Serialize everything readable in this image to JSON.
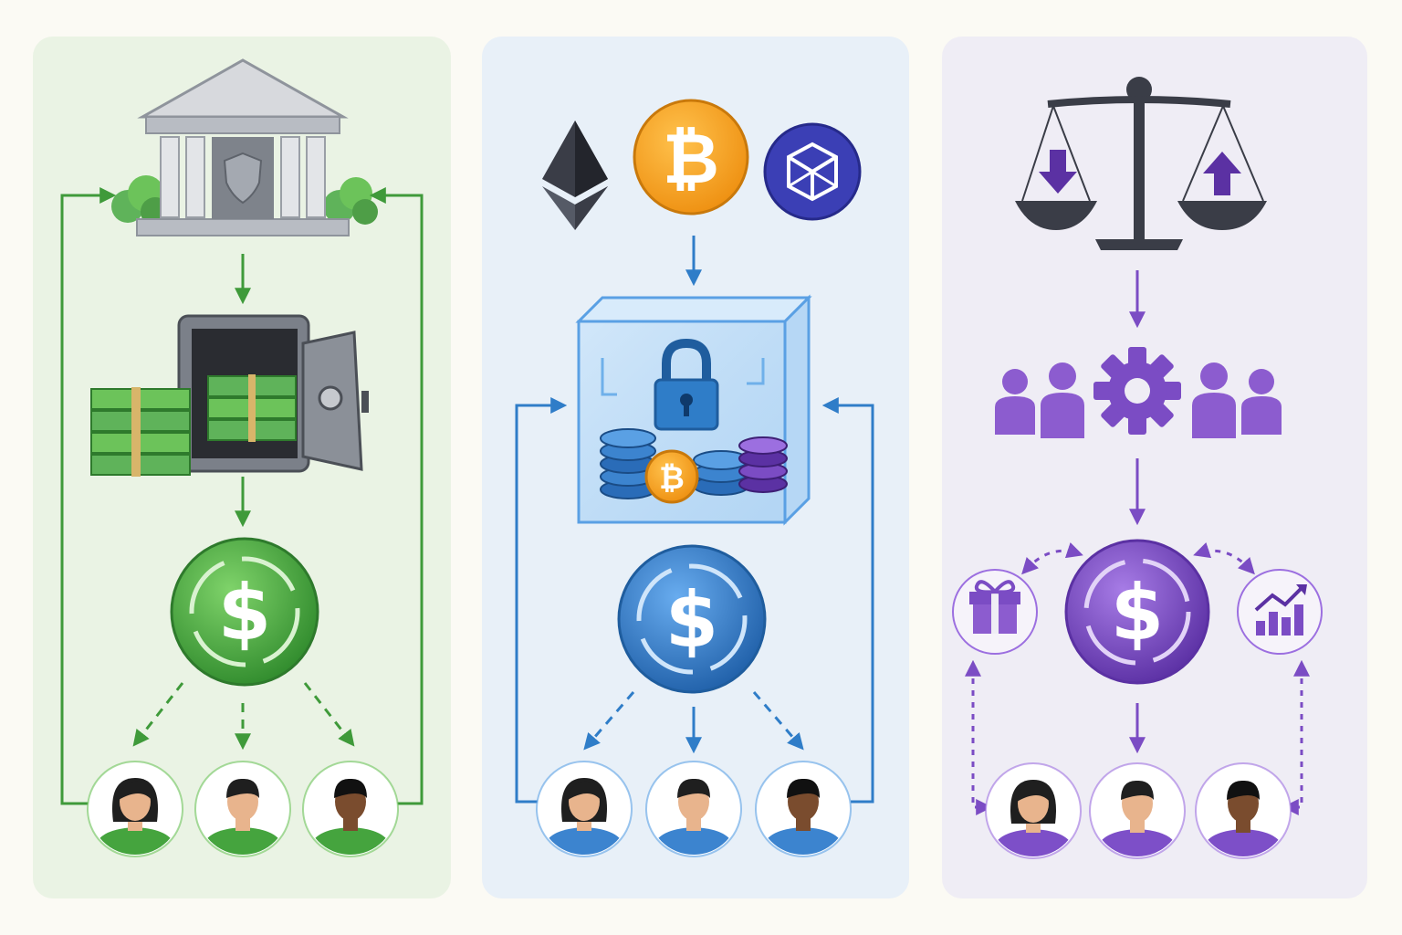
{
  "panels": [
    {
      "id": "fiat",
      "theme": {
        "bg": "#eaf3e4",
        "accent": "#3f9a3a",
        "accent_light": "#6cc35a",
        "accent_dark": "#2e7a2c",
        "shirt": "#45a43e"
      },
      "icons": [
        "bank-building-icon",
        "vault-safe-icon",
        "cash-stack-icon",
        "dollar-coin-icon"
      ],
      "coin_symbol": "$",
      "users": [
        {
          "name": "user-avatar-woman",
          "skin": "#e8b48d",
          "hair": "#1f1f1f"
        },
        {
          "name": "user-avatar-man",
          "skin": "#e8b48d",
          "hair": "#1f1f1f"
        },
        {
          "name": "user-avatar-man-dark",
          "skin": "#7a4c2e",
          "hair": "#111111"
        }
      ]
    },
    {
      "id": "crypto",
      "theme": {
        "bg": "#e8f0f8",
        "accent": "#2f7dc8",
        "accent_light": "#5aa0e4",
        "accent_dark": "#1f5d9e",
        "shirt": "#3c84cf"
      },
      "icons": [
        "ethereum-icon",
        "bitcoin-coin-icon",
        "cube-token-icon",
        "smart-contract-vault-icon",
        "dollar-coin-icon"
      ],
      "coin_symbol": "$",
      "crypto_symbol": "₿",
      "token_colors": {
        "ethereum": "#3a3d47",
        "bitcoin": "#f7a21b",
        "cube": "#3b3fb5"
      },
      "users": [
        {
          "name": "user-avatar-woman",
          "skin": "#e8b48d",
          "hair": "#1f1f1f"
        },
        {
          "name": "user-avatar-man",
          "skin": "#e8b48d",
          "hair": "#1f1f1f"
        },
        {
          "name": "user-avatar-man-dark",
          "skin": "#7a4c2e",
          "hair": "#111111"
        }
      ]
    },
    {
      "id": "algorithmic",
      "theme": {
        "bg": "#efedf5",
        "accent": "#7b4cc4",
        "accent_light": "#9c6fe0",
        "accent_dark": "#5b31a3",
        "shirt": "#7d4fc8"
      },
      "icons": [
        "balance-scale-icon",
        "community-governance-icon",
        "gear-icon",
        "gift-reward-icon",
        "growth-chart-icon",
        "dollar-coin-icon"
      ],
      "coin_symbol": "$",
      "users": [
        {
          "name": "user-avatar-woman",
          "skin": "#e8b48d",
          "hair": "#1f1f1f"
        },
        {
          "name": "user-avatar-man",
          "skin": "#e8b48d",
          "hair": "#1f1f1f"
        },
        {
          "name": "user-avatar-man-dark",
          "skin": "#7a4c2e",
          "hair": "#111111"
        }
      ]
    }
  ]
}
